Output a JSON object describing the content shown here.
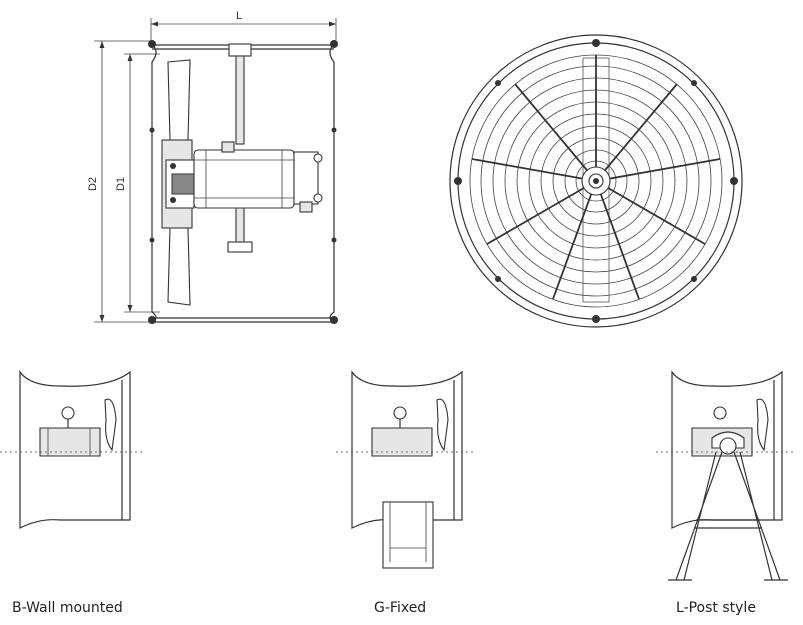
{
  "dimensions": {
    "length_label": "L",
    "outer_diameter_label": "D2",
    "inner_diameter_label": "D1"
  },
  "variants": [
    {
      "code": "B",
      "name": "-Wall mounted"
    },
    {
      "code": "G",
      "name": "-Fixed"
    },
    {
      "code": "L",
      "name": "-Post style"
    }
  ]
}
